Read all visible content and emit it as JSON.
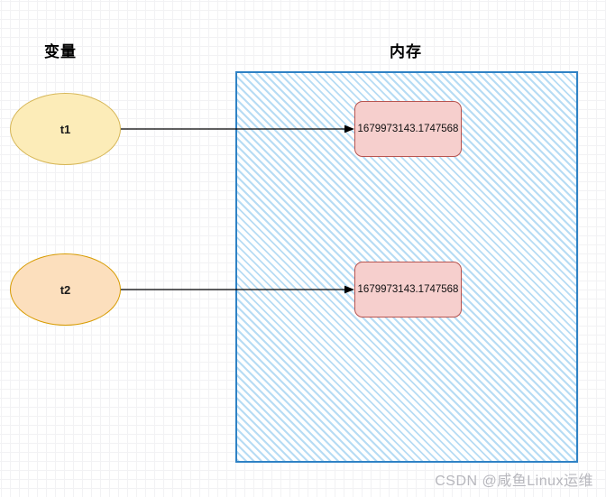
{
  "diagram": {
    "sections": {
      "variable_title": "变量",
      "memory_title": "内存"
    },
    "variables": [
      {
        "name": "t1",
        "label": "t1",
        "fill": "#fcecb8",
        "stroke": "#d6b656"
      },
      {
        "name": "t2",
        "label": "t2",
        "fill": "#fcdfbd",
        "stroke": "#d79b00"
      }
    ],
    "values": [
      {
        "text": "1679973143.1747568"
      },
      {
        "text": "1679973143.1747568"
      }
    ],
    "memory_region": {
      "fill_pattern": "diagonal-hatch",
      "hatch_color": "#b7dcf4",
      "border_color": "#2f82c5"
    },
    "arrows": [
      {
        "from": "t1",
        "to": "value-box-1"
      },
      {
        "from": "t2",
        "to": "value-box-2"
      }
    ]
  },
  "watermark": {
    "text": "CSDN @咸鱼Linux运维"
  }
}
